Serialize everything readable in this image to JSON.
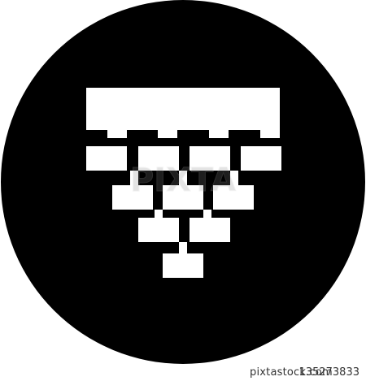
{
  "icon": {
    "name": "hierarchy-chart-icon",
    "background_color": "#ffffff",
    "disc_color": "#000000",
    "glyph_color": "#ffffff",
    "watermark_text": "PIXTA"
  },
  "footer": {
    "brand": "pixtastock.com",
    "asset_id": "135273833"
  }
}
